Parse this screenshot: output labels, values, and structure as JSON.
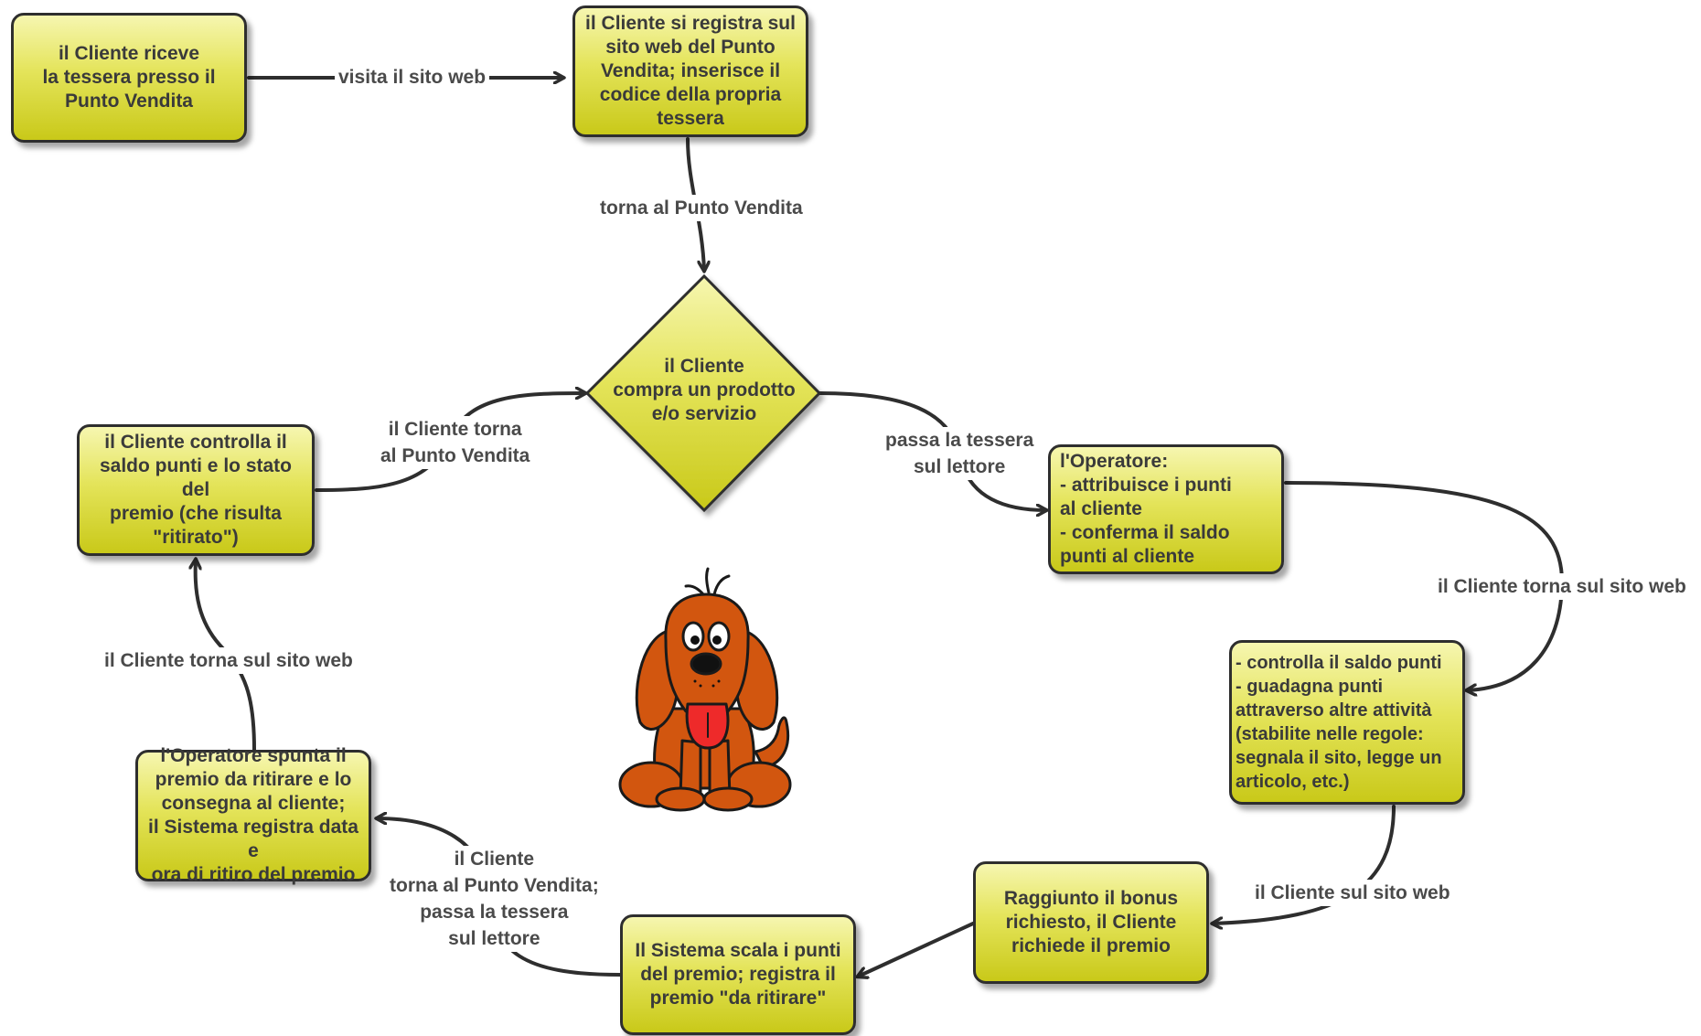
{
  "nodes": {
    "start": "il Cliente riceve\nla tessera presso il\nPunto Vendita",
    "register": "il Cliente si registra sul\nsito web del Punto\nVendita; inserisce il\ncodice della propria\ntessera",
    "purchase": "il Cliente\ncompra un prodotto\ne/o servizio",
    "operator": "l'Operatore:\n-  attribuisce i punti\n    al cliente\n-  conferma il saldo\n    punti al cliente",
    "check_balance": "- controlla il saldo punti\n- guadagna punti\n  attraverso altre attività\n(stabilite nelle regole:\nsegnala il sito, legge un\narticolo, etc.)",
    "bonus": "Raggiunto il bonus\nrichiesto, il Cliente\nrichiede il premio",
    "system": "Il Sistema scala i punti\ndel premio; registra il\npremio \"da ritirare\"",
    "pickup": "l'Operatore spunta il\npremio da ritirare e lo\nconsegna al cliente;\nil Sistema registra data e\nora di ritiro del premio",
    "verify": "il Cliente controlla il\nsaldo punti e lo stato del\npremio (che risulta\n\"ritirato\")"
  },
  "edges": {
    "visit_site": "visita il sito web",
    "back_to_store": "torna al Punto Vendita",
    "swipe_card": "passa la tessera\nsul lettore",
    "back_to_site_1": "il Cliente torna sul sito web",
    "on_site": "il Cliente sul sito web",
    "back_store_swipe": "il Cliente\ntorna al Punto Vendita;\npassa la tessera\nsul lettore",
    "back_to_site_2": "il Cliente torna sul sito web",
    "client_returns": "il Cliente torna\nal Punto Vendita"
  },
  "colors": {
    "node_fill_top": "#f6f6b0",
    "node_fill_bottom": "#c9c919",
    "stroke": "#2e2e2e",
    "dog_body": "#d2560f",
    "dog_tongue": "#ee2a2a"
  },
  "icons": {
    "mascot": "cartoon-dog-icon"
  }
}
